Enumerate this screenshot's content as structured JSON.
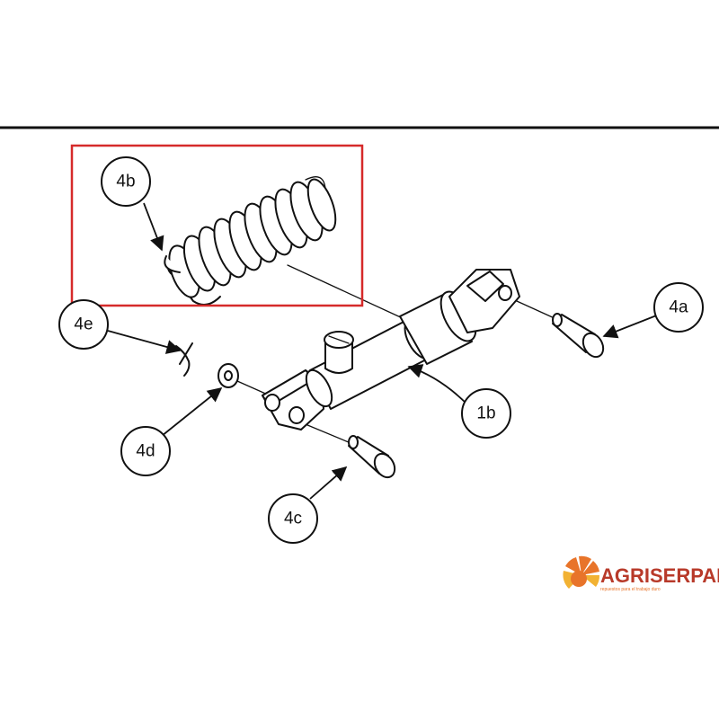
{
  "colors": {
    "highlight": "#d62a2a",
    "line": "#111111",
    "brand_text": "#b83a2a",
    "brand_orange": "#e8742a",
    "brand_yellow": "#f2b233"
  },
  "callouts": [
    {
      "id": "4b",
      "label": "4b"
    },
    {
      "id": "4e",
      "label": "4e"
    },
    {
      "id": "4a",
      "label": "4a"
    },
    {
      "id": "1b",
      "label": "1b"
    },
    {
      "id": "4d",
      "label": "4d"
    },
    {
      "id": "4c",
      "label": "4c"
    }
  ],
  "brand": {
    "name": "AGRISERPAL",
    "tagline": "repuestos para el trabajo duro",
    "logo_icon": "sun-fan-logo-icon"
  }
}
